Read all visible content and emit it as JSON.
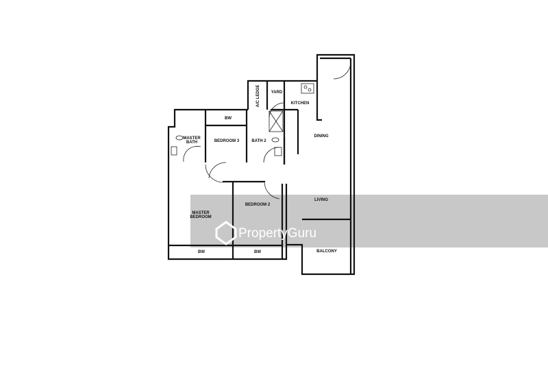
{
  "floor_plan": {
    "rooms": {
      "ac_ledge": "A/C LEDGE",
      "yard": "YARD",
      "kitchen": "KITCHEN",
      "dining": "DINING",
      "master_bath": "MASTER",
      "master_bath_2": "BATH",
      "bedroom3": "BEDROOM 3",
      "bath2": "BATH 2",
      "bw_top": "BW",
      "living": "LIVING",
      "master_bedroom": "MASTER",
      "master_bedroom_2": "BEDROOM",
      "bedroom2": "BEDROOM 2",
      "bw_master": "BW",
      "bw_bedroom2": "BW",
      "balcony": "BALCONY"
    }
  },
  "watermark": {
    "text": "PropertyGuru",
    "band_color": "#c8c8c8"
  }
}
